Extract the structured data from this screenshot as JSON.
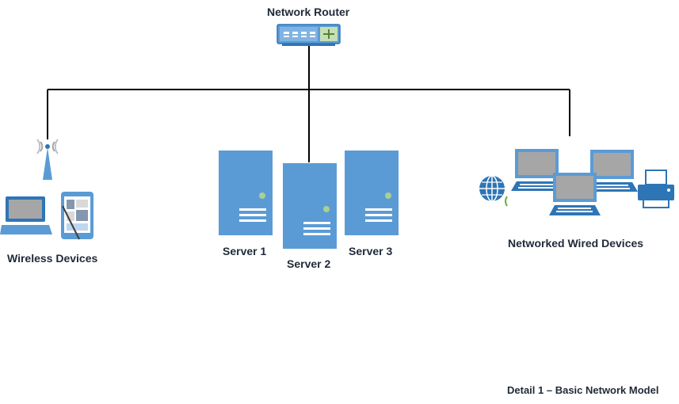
{
  "router": {
    "label": "Network Router",
    "icon": "router-icon"
  },
  "wireless": {
    "label": "Wireless Devices",
    "icons": [
      "antenna-icon",
      "laptop-icon",
      "tablet-icon"
    ]
  },
  "servers": [
    {
      "label": "Server 1",
      "icon": "server-icon"
    },
    {
      "label": "Server 2",
      "icon": "server-icon"
    },
    {
      "label": "Server 3",
      "icon": "server-icon"
    }
  ],
  "wired": {
    "label": "Networked Wired Devices",
    "icons": [
      "globe-icon",
      "desktop-icon",
      "desktop-icon",
      "desktop-icon",
      "printer-icon"
    ]
  },
  "caption": "Detail 1 – Basic Network Model",
  "colors": {
    "device_blue": "#5b9bd5",
    "device_dark": "#2e75b6",
    "screen_gray": "#a6a6a6",
    "status_green": "#a9d18e",
    "line": "#000000"
  }
}
